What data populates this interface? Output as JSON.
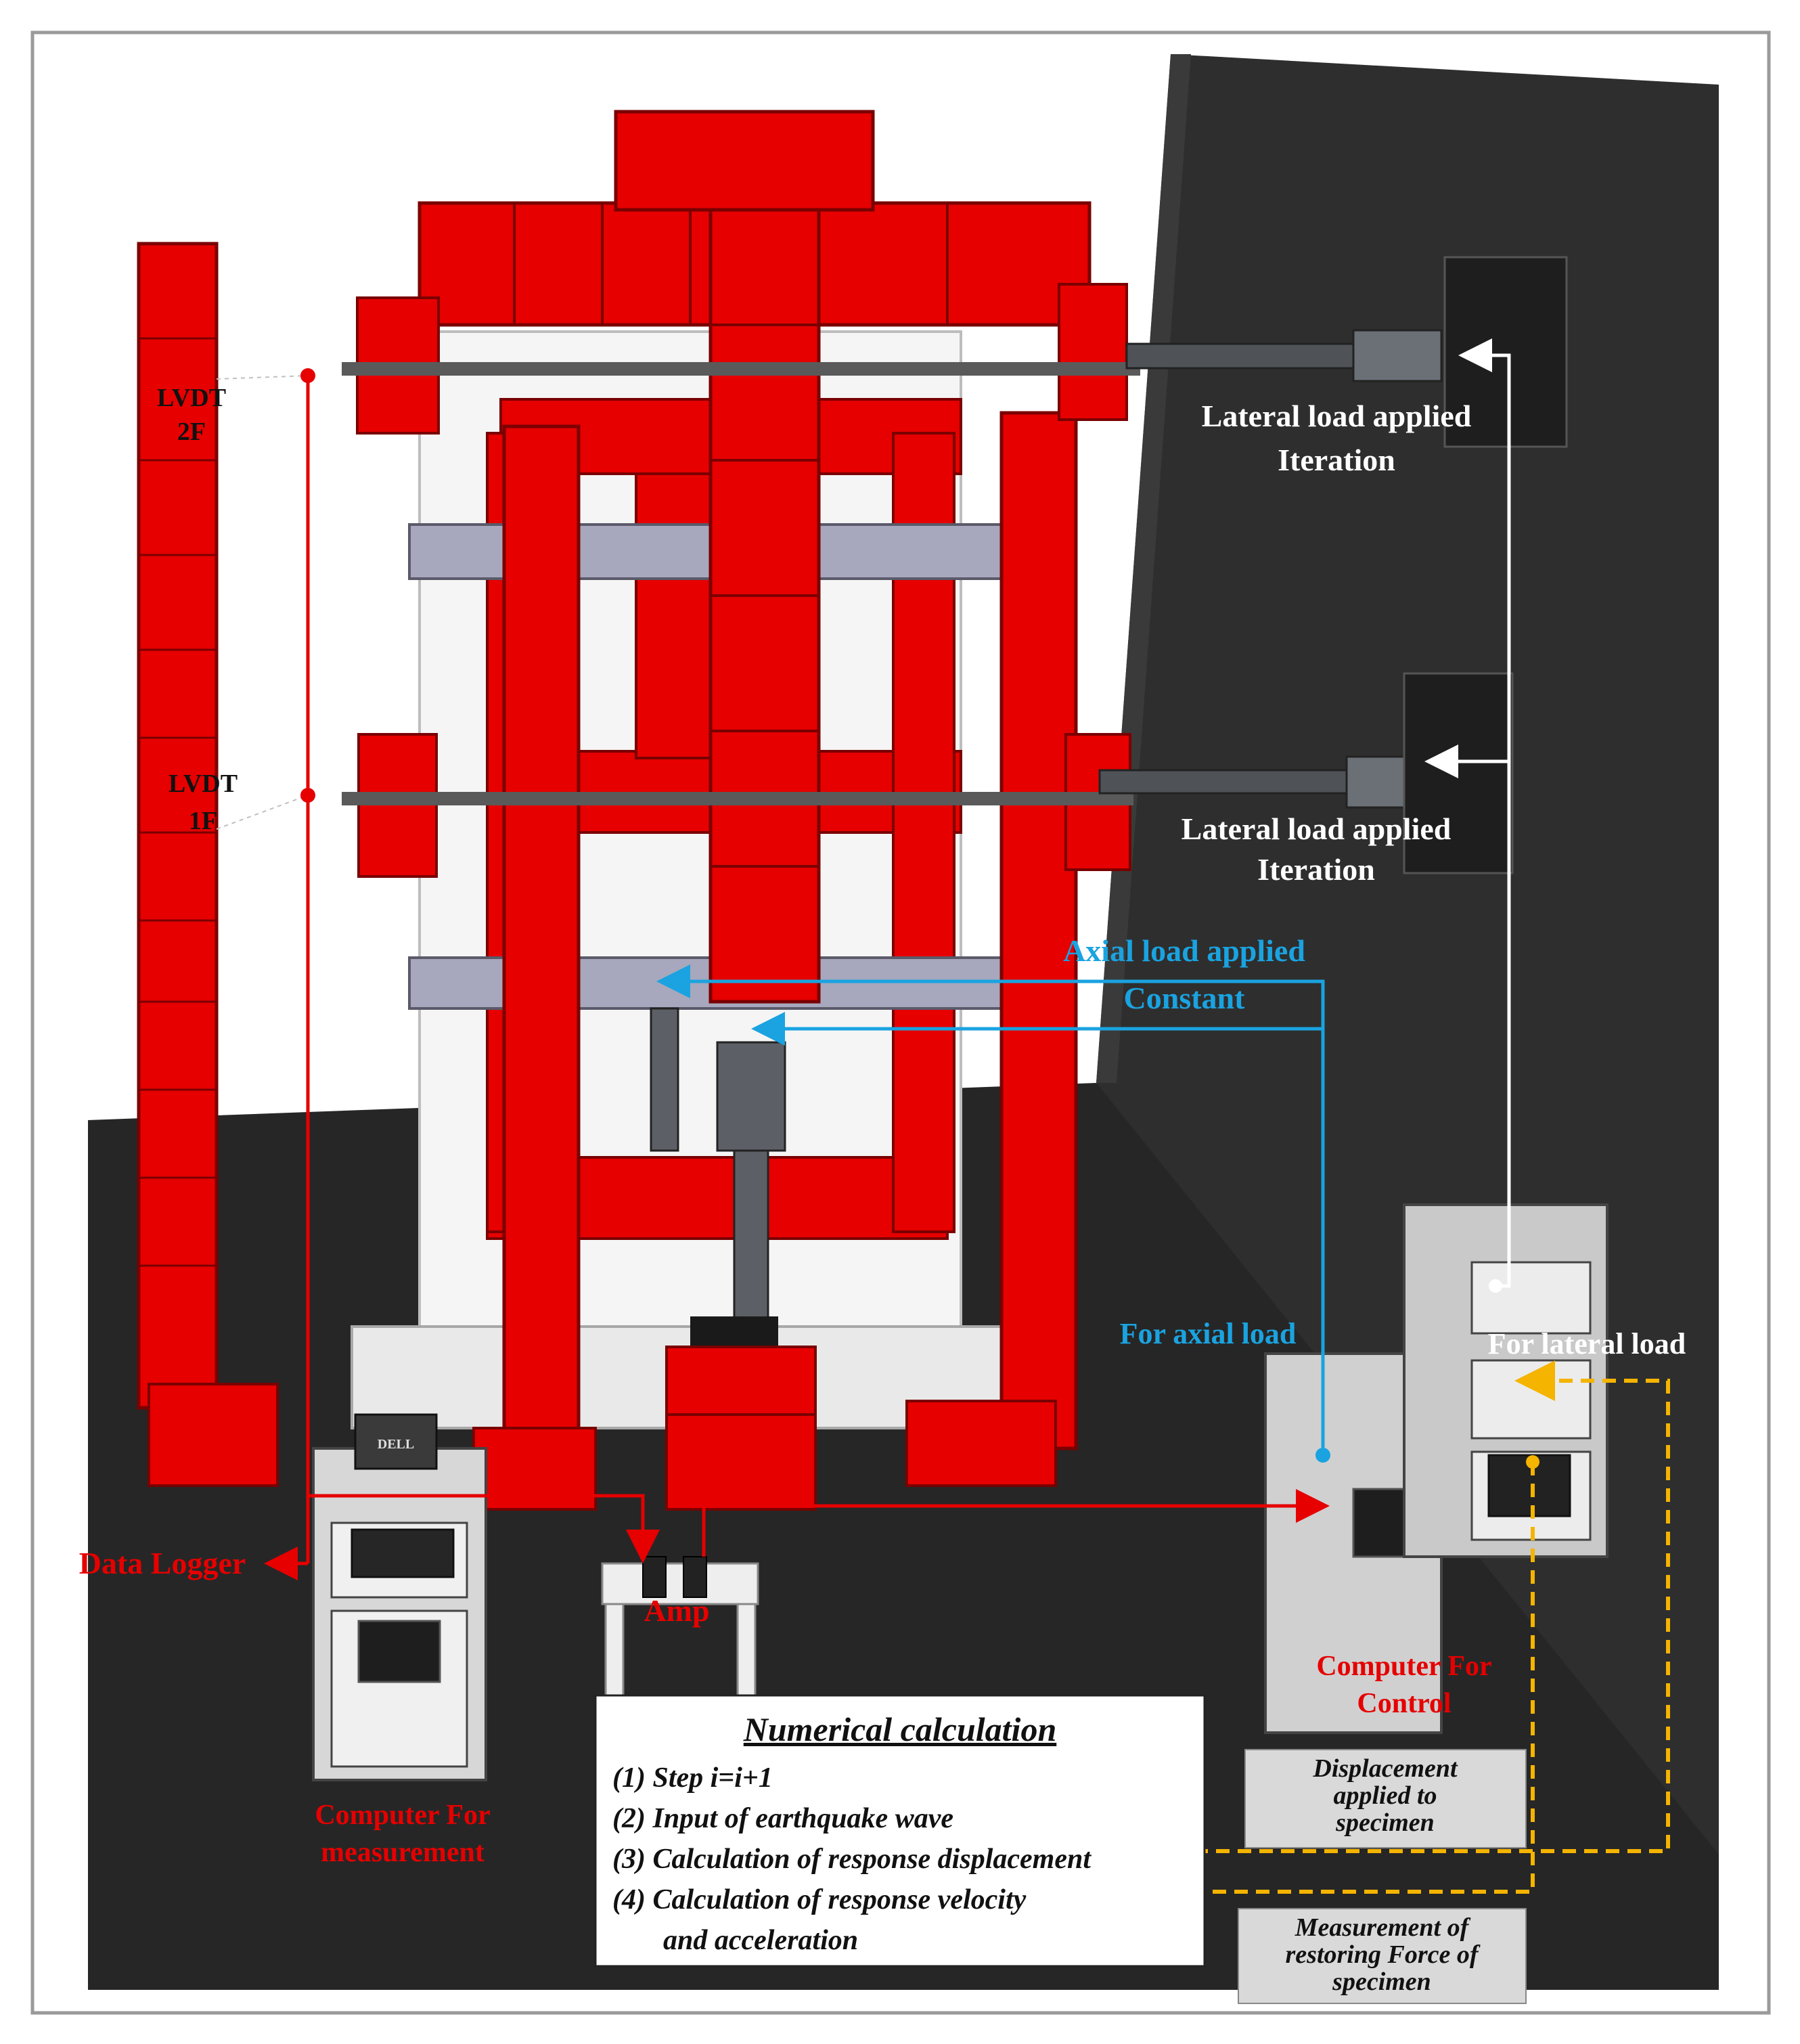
{
  "labels": {
    "lvdt_2f": [
      "LVDT",
      "2F"
    ],
    "lvdt_1f": [
      "LVDT",
      "1F"
    ],
    "lateral_top": [
      "Lateral load applied",
      "Iteration"
    ],
    "lateral_bottom": [
      "Lateral load applied",
      "Iteration"
    ],
    "axial_applied": [
      "Axial load applied",
      "Constant"
    ],
    "for_axial": "For axial load",
    "for_lateral": "For lateral load",
    "data_logger": "Data Logger",
    "amp": "Amp",
    "computer_measurement": [
      "Computer For",
      "measurement"
    ],
    "computer_control": [
      "Computer For",
      "Control"
    ]
  },
  "numerical": {
    "title": "Numerical calculation",
    "steps": [
      "(1) Step i=i+1",
      "(2) Input of earthquake wave",
      "(3) Calculation of response displacement",
      "(4) Calculation of response velocity",
      "and acceleration"
    ]
  },
  "notes": {
    "displacement": [
      "Displacement",
      "applied to",
      "specimen"
    ],
    "measurement": [
      "Measurement of",
      "restoring Force of",
      "specimen"
    ]
  },
  "monitor_brand": "DELL",
  "colors": {
    "frame_red": "#e60000",
    "axial_blue": "#1aa3e0",
    "feedback_yellow": "#f4b400",
    "floor": "#262626",
    "wall": "#2e2e2e"
  }
}
